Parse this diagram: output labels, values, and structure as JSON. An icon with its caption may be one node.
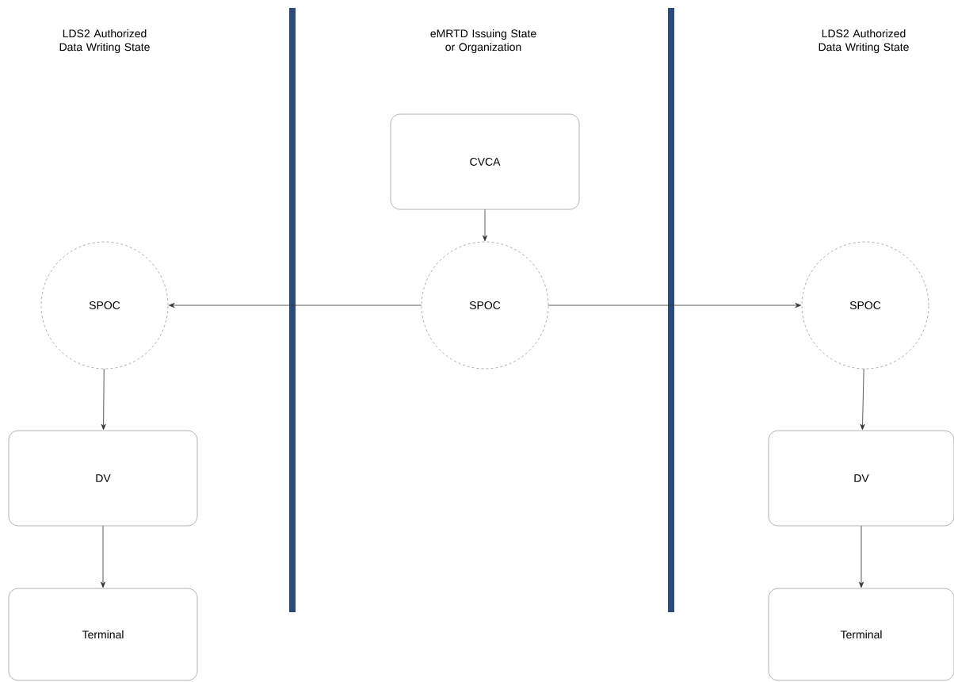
{
  "diagram": {
    "nodes": [
      {
        "text": [
          "CVCA"
        ]
      },
      {
        "text": [
          "SPOC"
        ]
      },
      {
        "text": [
          "SPOC"
        ]
      },
      {
        "text": [
          "SPOC"
        ]
      },
      {
        "text": [
          "DV"
        ]
      },
      {
        "text": [
          "Terminal"
        ]
      },
      {
        "text": [
          "DV"
        ]
      },
      {
        "text": [
          "Terminal"
        ]
      }
    ],
    "edges": [
      {
        "from": 0,
        "to": 1,
        "arrow": "to"
      },
      {
        "from": 1,
        "to": 2,
        "arrow": "to"
      },
      {
        "from": 1,
        "to": 3,
        "arrow": "to"
      },
      {
        "from": 2,
        "to": 4,
        "arrow": "to"
      },
      {
        "from": 4,
        "to": 5,
        "arrow": "to"
      },
      {
        "from": 3,
        "to": 6,
        "arrow": "to"
      },
      {
        "from": 6,
        "to": 7,
        "arrow": "to"
      }
    ],
    "labels": [
      "LDS2 Authorized Data Writing State",
      "eMRTD Issuing State or Organization",
      "LDS2 Authorized Data Writing State"
    ]
  }
}
